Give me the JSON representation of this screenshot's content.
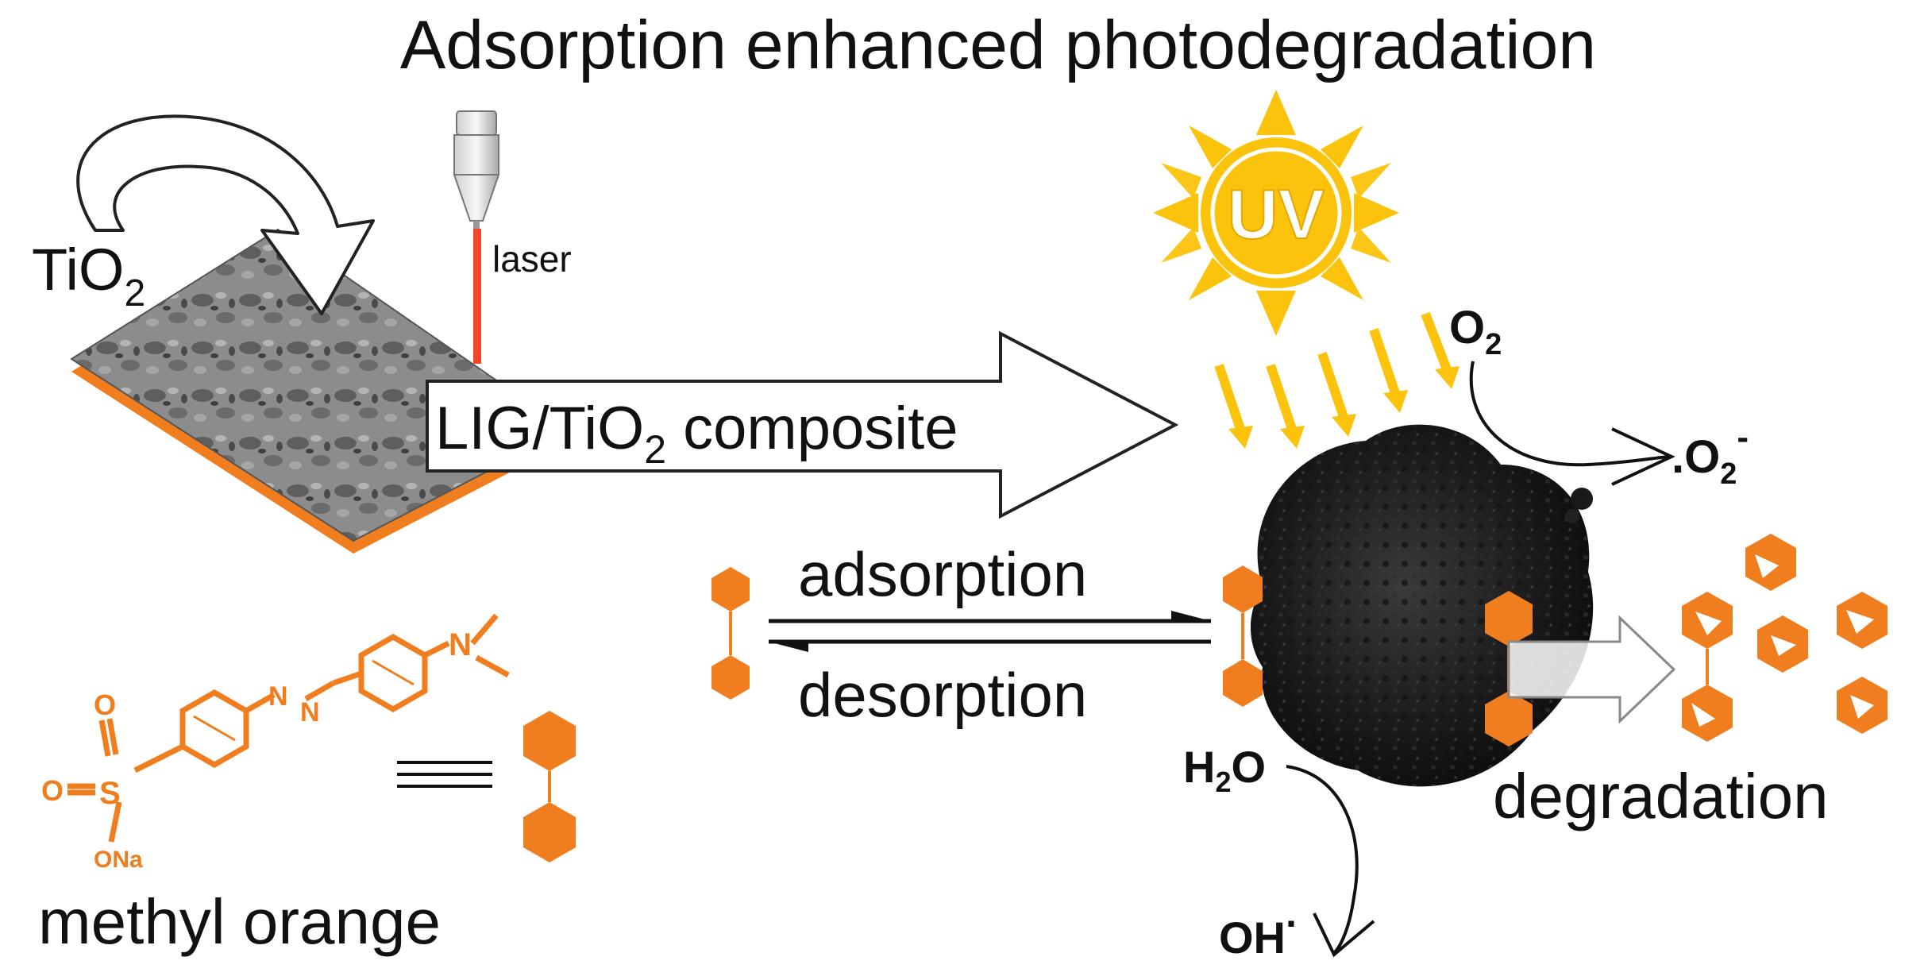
{
  "title": "Adsorption enhanced photodegradation",
  "labels": {
    "tio2_main": "TiO",
    "tio2_sub": "2",
    "laser": "laser",
    "composite_pre": "LIG/TiO",
    "composite_sub": "2",
    "composite_post": " composite",
    "uv": "UV",
    "o2_main": "O",
    "o2_sub": "2",
    "superoxide_pre": ".O",
    "superoxide_sub": "2",
    "superoxide_sup": "-",
    "adsorption": "adsorption",
    "desorption": "desorption",
    "h2o_h": "H",
    "h2o_sub": "2",
    "h2o_o": "O",
    "oh_main": "OH",
    "oh_sup": "·",
    "degradation": "degradation",
    "methyl_orange": "methyl orange",
    "struct_o_top": "O",
    "struct_o_left": "O",
    "struct_s": "S",
    "struct_ona": "ONa",
    "struct_n1": "N",
    "struct_n2": "N",
    "struct_n3": "N"
  },
  "colors": {
    "orange": "#f07d1e",
    "sun": "#fcc30d",
    "sun_text": "#ffffff",
    "laser_beam": "#f0462a",
    "ink": "#111111"
  },
  "icons": [
    "sun-icon",
    "laser-head-icon",
    "hexagon-molecule-icon",
    "curved-arrow-icon",
    "equilibrium-arrows-icon",
    "block-arrow-icon"
  ]
}
